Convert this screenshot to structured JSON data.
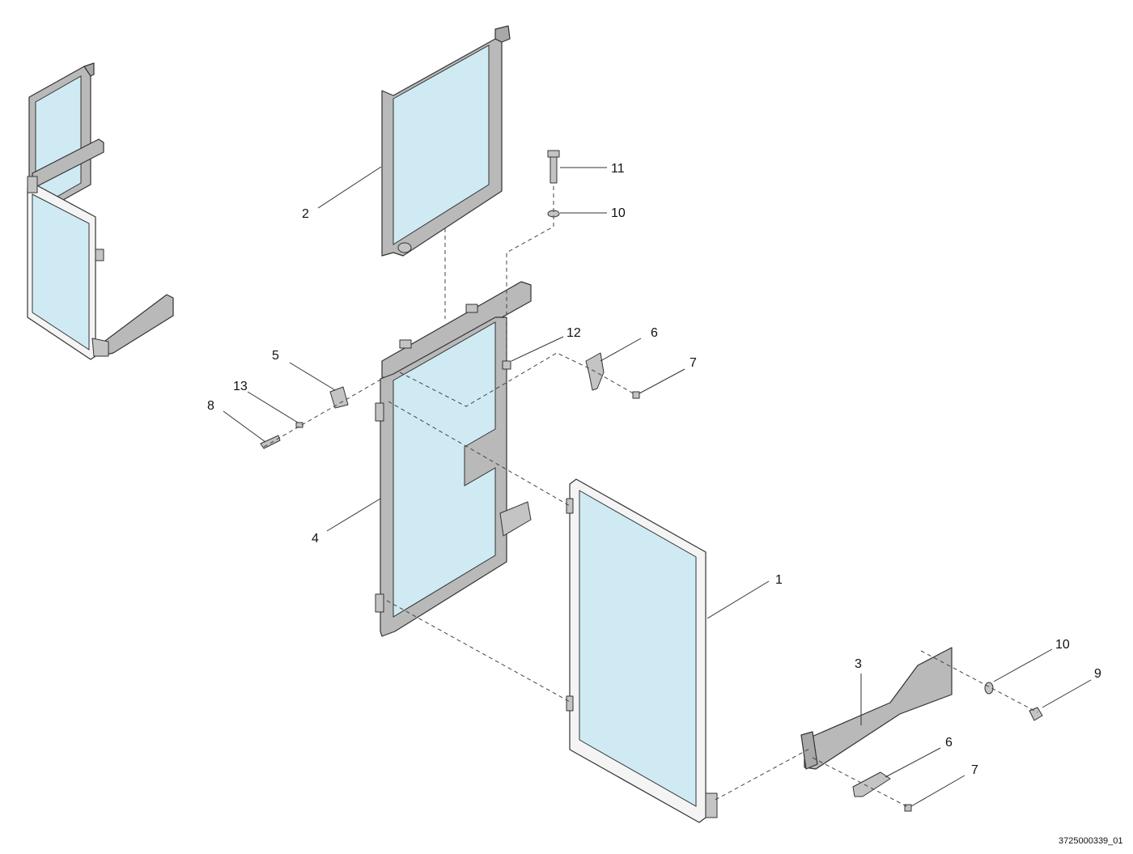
{
  "callouts": {
    "c1": "1",
    "c2": "2",
    "c3": "3",
    "c4": "4",
    "c5": "5",
    "c6a": "6",
    "c6b": "6",
    "c7a": "7",
    "c7b": "7",
    "c8": "8",
    "c9": "9",
    "c10a": "10",
    "c10b": "10",
    "c11": "11",
    "c12": "12",
    "c13": "13"
  },
  "drawing_number": "3725000339_01",
  "colors": {
    "glass": "#cfeaf3",
    "frame": "#b9b9b9",
    "line": "#333333"
  }
}
